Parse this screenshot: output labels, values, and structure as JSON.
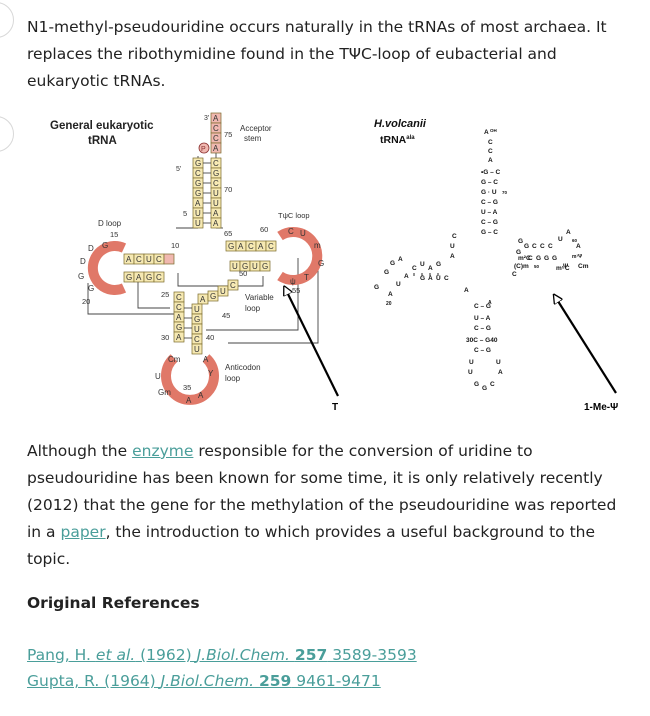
{
  "intro": {
    "line1": "N1-methyl-pseudouridine occurs naturally in the tRNAs of most archaea. It",
    "line2": "replaces the ribothymidine found in the TΨC-loop of eubacterial and",
    "line3": "eukaryotic tRNAs."
  },
  "figure": {
    "left": {
      "title1": "General eukaryotic",
      "title2": "tRNA",
      "acceptor1": "Acceptor",
      "acceptor2": "stem",
      "num3": "3'",
      "num75": "75",
      "num70": "70",
      "num5p": "5'",
      "num5": "5",
      "num65": "65",
      "num10": "10",
      "num60": "60",
      "num15": "15",
      "num20": "20",
      "num25": "25",
      "num50": "50",
      "num55": "55",
      "num45": "45",
      "num30": "30",
      "num40": "40",
      "num35": "35",
      "dloop1": "D loop",
      "tloop": "TψC loop",
      "variable1": "Variable",
      "variable2": "loop",
      "anticodon1": "Anticodon",
      "anticodon2": "loop",
      "pointer": "T"
    },
    "right": {
      "title1": "H.volcanii",
      "title2": "tRNA",
      "title_sup": "ala",
      "pointer": "1-Me-Ψ"
    }
  },
  "body": {
    "line1_pre": "Although the ",
    "line1_link": "enzyme",
    "line1_post": " responsible for the conversion of uridine to",
    "line2": "pseudouridine has been known for some time, it is only relatively recently",
    "line3": "(2012) that the gene for the methylation of the pseudouridine was reported",
    "line4_pre": "in a ",
    "line4_link": "paper",
    "line4_post": ", the introduction to which provides a useful background to the",
    "line5": "topic."
  },
  "references": {
    "heading": "Original References",
    "items": [
      {
        "authors": "Pang, H. ",
        "etal": "et al.",
        "year": " (1962) ",
        "journal": "J.Biol.Chem.",
        "volume": "257",
        "pages": " 3589-3593"
      },
      {
        "authors": "Gupta, R. (1964) ",
        "journal": "J.Biol.Chem.",
        "volume": "259",
        "pages": " 9461-9471"
      }
    ]
  }
}
